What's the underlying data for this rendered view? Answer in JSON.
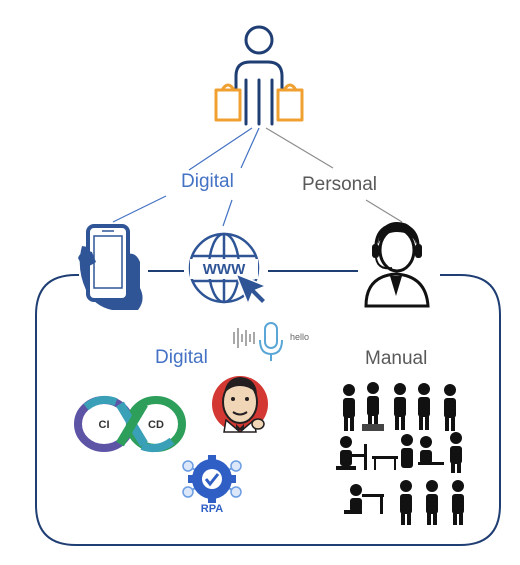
{
  "top_labels": {
    "digital": "Digital",
    "personal": "Personal"
  },
  "box_labels": {
    "digital": "Digital",
    "manual": "Manual"
  },
  "icons": {
    "shopper": "shopper-with-bags-icon",
    "mobile": "hand-holding-phone-icon",
    "web": "www-globe-cursor-icon",
    "agent": "call-center-agent-icon",
    "voice": "voice-microphone-icon",
    "cicd": "ci-cd-loop-icon",
    "jenkins": "jenkins-butler-icon",
    "rpa": "rpa-gear-icon",
    "manual_workers": "stressed-workers-icon"
  },
  "icon_text": {
    "ci": "CI",
    "cd": "CD",
    "rpa": "RPA",
    "www": "WWW",
    "hello": "hello"
  },
  "colors": {
    "blue": "#4472c4",
    "dark_blue": "#1f3e73",
    "orange": "#f0a030",
    "gray_text": "#595959",
    "green": "#2e9e5b",
    "teal": "#3aa0b8",
    "purple": "#5e54a6"
  }
}
